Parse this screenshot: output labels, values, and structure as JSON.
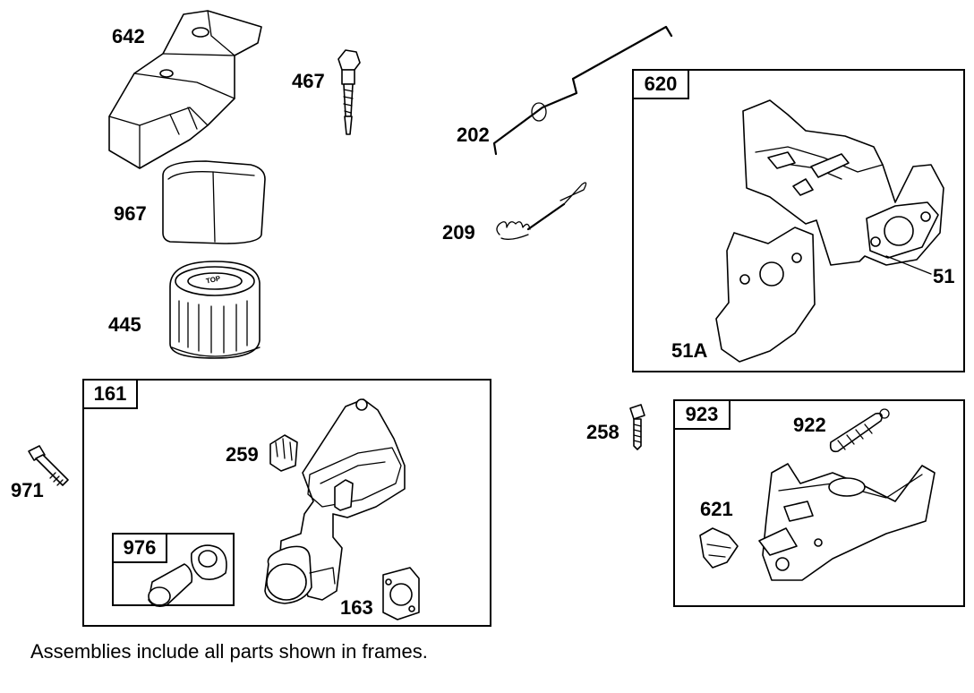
{
  "labels": {
    "p642": "642",
    "p467": "467",
    "p967": "967",
    "p445": "445",
    "p202": "202",
    "p209": "209",
    "p51": "51",
    "p51a": "51A",
    "p258": "258",
    "p922": "922",
    "p621": "621",
    "p971": "971",
    "p259": "259",
    "p163": "163"
  },
  "frames": {
    "f620": "620",
    "f161": "161",
    "f976": "976",
    "f923": "923"
  },
  "filter_text": "TOP",
  "note": "Assemblies include all parts shown in frames."
}
